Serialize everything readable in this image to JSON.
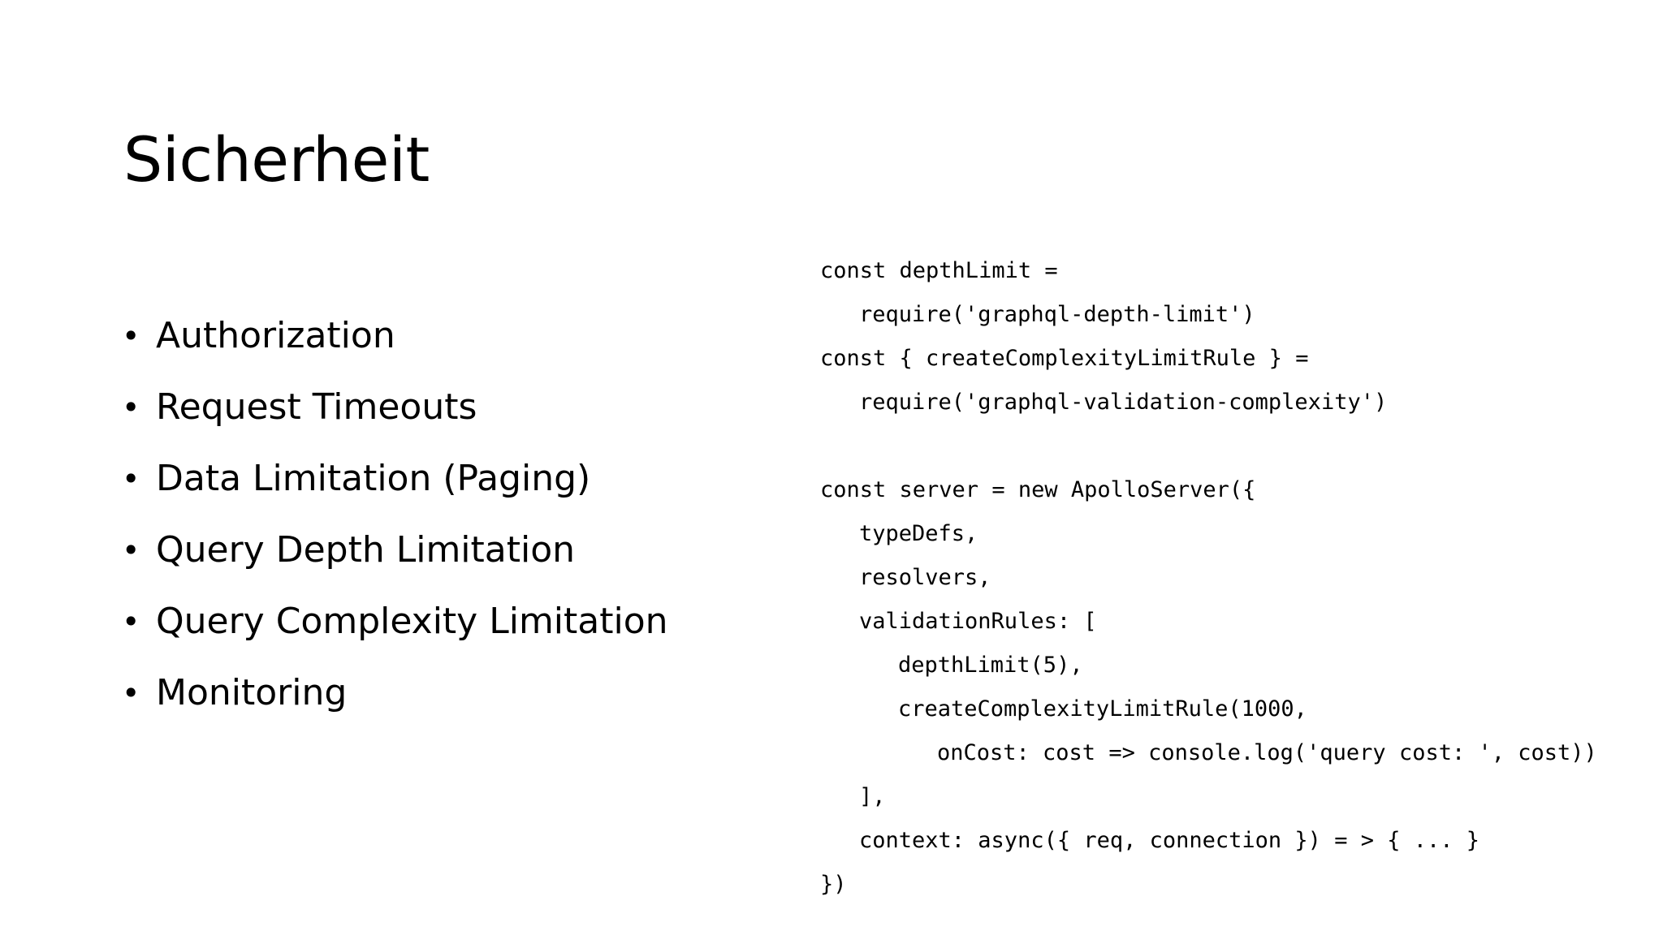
{
  "slide": {
    "title": "Sicherheit",
    "background_color": "#ffffff",
    "text_color": "#000000"
  },
  "bullets": {
    "marker": "•",
    "items": [
      {
        "label": "Authorization"
      },
      {
        "label": "Request Timeouts"
      },
      {
        "label": "Data Limitation (Paging)"
      },
      {
        "label": "Query Depth Limitation"
      },
      {
        "label": "Query Complexity Limitation"
      },
      {
        "label": "Monitoring"
      }
    ]
  },
  "code": {
    "language": "javascript",
    "lines": [
      {
        "indent": 0,
        "text": "const depthLimit ="
      },
      {
        "indent": 1,
        "text": "require('graphql-depth-limit')"
      },
      {
        "indent": 0,
        "text": "const { createComplexityLimitRule } ="
      },
      {
        "indent": 1,
        "text": "require('graphql-validation-complexity')"
      },
      {
        "indent": 0,
        "text": ""
      },
      {
        "indent": 0,
        "text": "const server = new ApolloServer({"
      },
      {
        "indent": 1,
        "text": "typeDefs,"
      },
      {
        "indent": 1,
        "text": "resolvers,"
      },
      {
        "indent": 1,
        "text": "validationRules: ["
      },
      {
        "indent": 2,
        "text": "depthLimit(5),"
      },
      {
        "indent": 2,
        "text": "createComplexityLimitRule(1000,"
      },
      {
        "indent": 3,
        "text": "onCost: cost => console.log('query cost: ', cost))"
      },
      {
        "indent": 1,
        "text": "],"
      },
      {
        "indent": 1,
        "text": "context: async({ req, connection }) = > { ... }"
      },
      {
        "indent": 0,
        "text": "})"
      }
    ]
  }
}
